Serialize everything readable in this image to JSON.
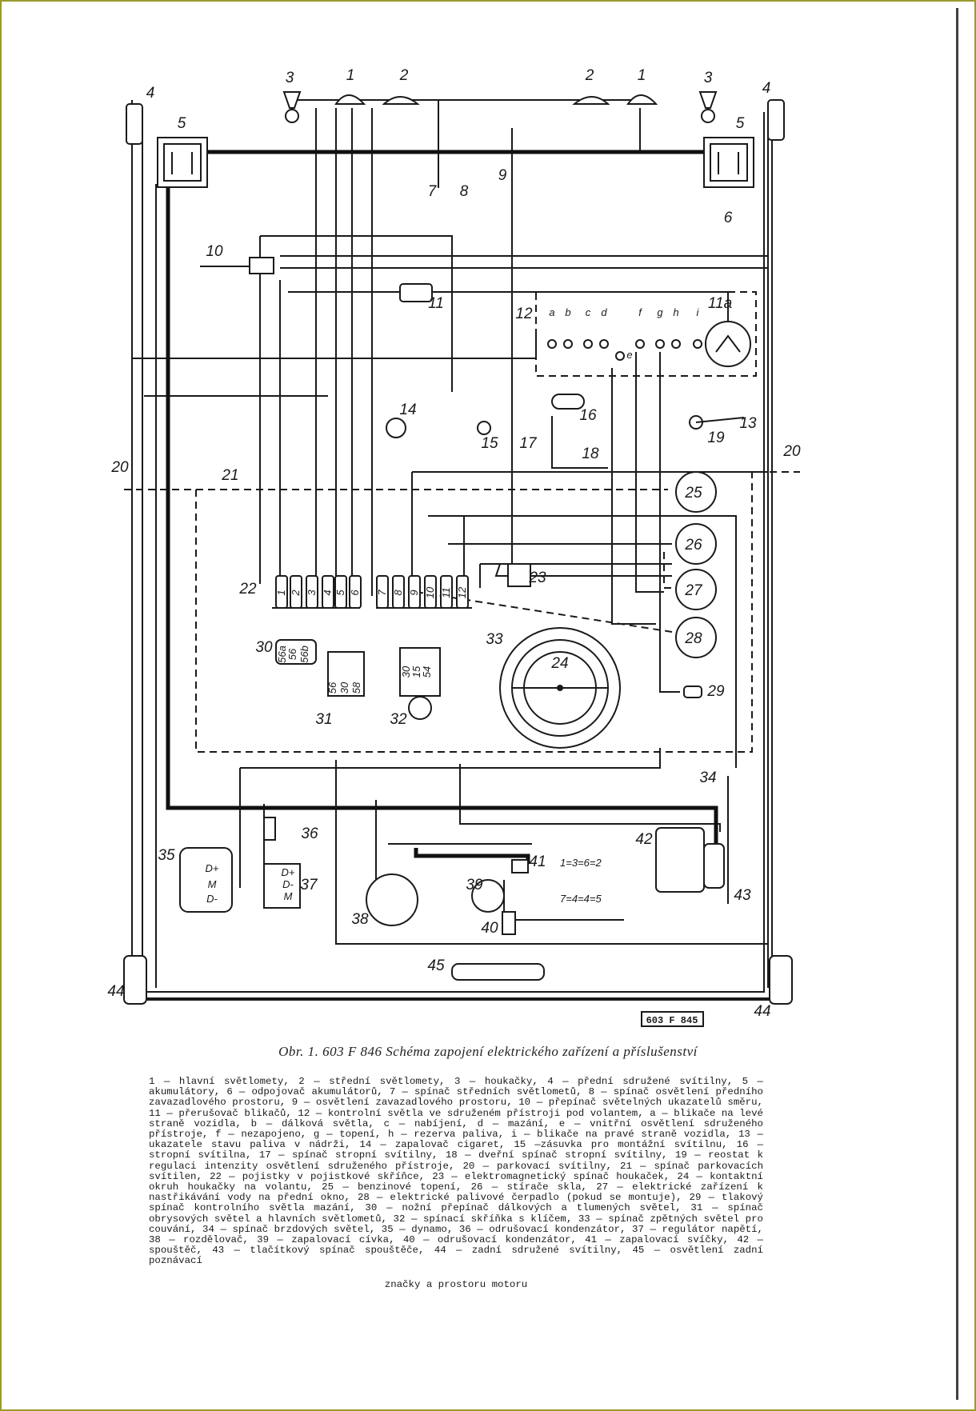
{
  "diagram": {
    "reference_code": "603 F 845",
    "component_numbers": [
      "1",
      "2",
      "3",
      "4",
      "5",
      "6",
      "7",
      "8",
      "9",
      "10",
      "11",
      "12",
      "13",
      "14",
      "15",
      "16",
      "17",
      "18",
      "19",
      "20",
      "21",
      "22",
      "23",
      "24",
      "25",
      "26",
      "27",
      "28",
      "29",
      "30",
      "31",
      "32",
      "33",
      "34",
      "35",
      "36",
      "37",
      "38",
      "39",
      "40",
      "41",
      "42",
      "43",
      "44",
      "45",
      "11a"
    ],
    "indicator_letters": [
      "a",
      "b",
      "c",
      "d",
      "e",
      "f",
      "g",
      "h",
      "i"
    ],
    "fuse_numbers": [
      "1",
      "2",
      "3",
      "4",
      "5",
      "6",
      "7",
      "8",
      "9",
      "10",
      "11",
      "12"
    ],
    "terminal_labels": {
      "switch30": [
        "56a",
        "56",
        "56b"
      ],
      "switch31": [
        "56",
        "30",
        "58"
      ],
      "switch32": [
        "30",
        "15",
        "54"
      ],
      "regulator37": [
        "D+",
        "D-",
        "M"
      ],
      "dynamo35": [
        "D+",
        "M",
        "D-"
      ],
      "firing_order": "1=3=6=2",
      "firing_order2": "7=4=4=5"
    }
  },
  "caption": "Obr. 1.   603 F 846   Schéma zapojení elektrického zařízení a příslušenství",
  "legend_text": "1 — hlavní světlomety, 2 — střední světlomety, 3 — houkačky, 4 — přední sdružené svítilny, 5 — akumulátory, 6 — odpojovač akumulátorů, 7 — spínač středních světlometů, 8 — spínač osvětlení předního zavazadlového prostoru, 9 — osvětlení zavazadlového prostoru, 10 — přepínač světelných ukazatelů směru, 11 — přerušovač blikačů, 12 — kontrolní světla ve sdruženém přístroji pod volantem, a — blikače na levé straně vozidla, b — dálková světla, c — nabíjení, d — mazání, e — vnitřní osvětlení sdruženého přístroje, f — nezapojeno, g — topení, h — rezerva paliva, i — blikače na pravé straně vozidla, 13 — ukazatele stavu paliva v nádrži, 14 — zapalovač cigaret, 15 —zásuvka pro montážní svítilnu, 16 — stropní svítilna, 17 — spínač stropní svítilny, 18 — dveřní spínač stropní svítilny, 19 — reostat k regulaci intenzity osvětlení sdruženého přístroje, 20 — parkovací svítilny, 21 — spínač parkovacích svítilen, 22 — pojistky v pojistkové skříňce, 23 — elektromagnetický spínač houkaček, 24 — kontaktní okruh houkačky na volantu, 25 — benzinové topení, 26 — stírače skla, 27 — elektrické zařízení k nastřikávání vody na přední okno, 28 — elektrické palivové čerpadlo (pokud se montuje), 29 — tlakový spínač kontrolního světla mazání, 30 — nožní přepínač dálkových a tlumených světel, 31 — spínač obrysových světel a hlavních světlometů, 32 — spínací skříňka s klíčem, 33 — spínač zpětných světel pro couvání, 34 — spínač brzdových světel, 35 — dynamo, 36 — odrušovací kondenzátor, 37 — regulátor napětí, 38 — rozdělovač, 39 — zapalovací cívka, 40 — odrušovací kondenzátor, 41 — zapalovací svíčky, 42 — spouštěč, 43 — tlačítkový spínač spouštěče, 44 — zadní sdružené svítilny, 45 — osvětlení zadní poznávací",
  "legend_last_line": "značky a prostoru motoru"
}
